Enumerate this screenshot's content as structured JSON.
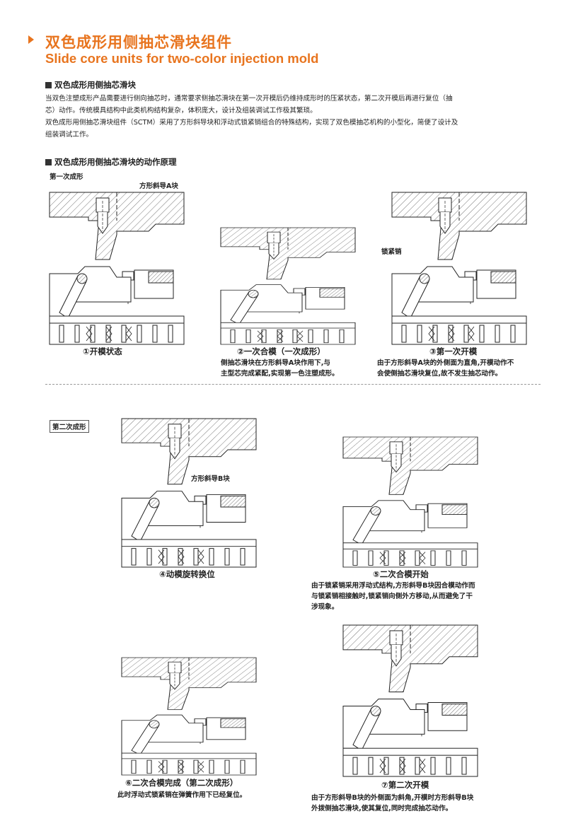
{
  "header": {
    "title_cn": "双色成形用侧抽芯滑块组件",
    "title_en": "Slide core units for two-color injection mold"
  },
  "section1": {
    "heading": "双色成形用侧抽芯滑块",
    "para1_line1": "当双色注塑成形产品需要进行侧向抽芯时，通常要求侧抽芯滑块在第一次开模后仍维持成形时的压紧状态，第二次开模后再进行复位（抽",
    "para1_line2": "芯）动作。传统模具结构中此类机构结构复杂，体积庞大，设计及组装调试工作极其繁琐。",
    "para2_line1": "双色成形用侧抽芯滑块组件（SCTM）采用了方形斜导块和浮动式锁紧销组合的特殊结构，实现了双色模抽芯机构的小型化，简便了设计及",
    "para2_line2": "组装调试工作。"
  },
  "section2": {
    "heading": "双色成形用侧抽芯滑块的动作原理"
  },
  "stage1": {
    "label": "第一次成形"
  },
  "stage2": {
    "label": "第二次成形"
  },
  "callouts": {
    "a_block": "方形斜导A块",
    "lock_pin": "锁紧销",
    "b_block": "方形斜导B块"
  },
  "steps": [
    {
      "caption": "①开模状态",
      "desc": []
    },
    {
      "caption": "②一次合模（一次成形）",
      "desc": [
        "侧抽芯滑块在方形斜导A块作用下,与",
        "主型芯完成紧配,实现第一色注塑成形。"
      ]
    },
    {
      "caption": "③第一次开模",
      "desc": [
        "由于方形斜导A块的外侧面为直角,开模动作不",
        "会使侧抽芯滑块复位,故不发生抽芯动作。"
      ]
    },
    {
      "caption": "④动模旋转换位",
      "desc": []
    },
    {
      "caption": "⑤二次合模开始",
      "desc": [
        "由于锁紧销采用浮动式结构,方形斜导B块因合模动作而",
        "与锁紧销相接触时,锁紧销向侧外方移动,从而避免了干",
        "涉现象。"
      ]
    },
    {
      "caption": "⑥二次合模完成（第二次成形）",
      "desc": [
        "此时浮动式锁紧销在弹簧作用下已经复位。"
      ]
    },
    {
      "caption": "⑦第二次开模",
      "desc": [
        "由于方形斜导B块的外侧面为斜角,开模时方形斜导B块",
        "外拨侧抽芯滑块,使其复位,同时完成抽芯动作。"
      ]
    }
  ]
}
